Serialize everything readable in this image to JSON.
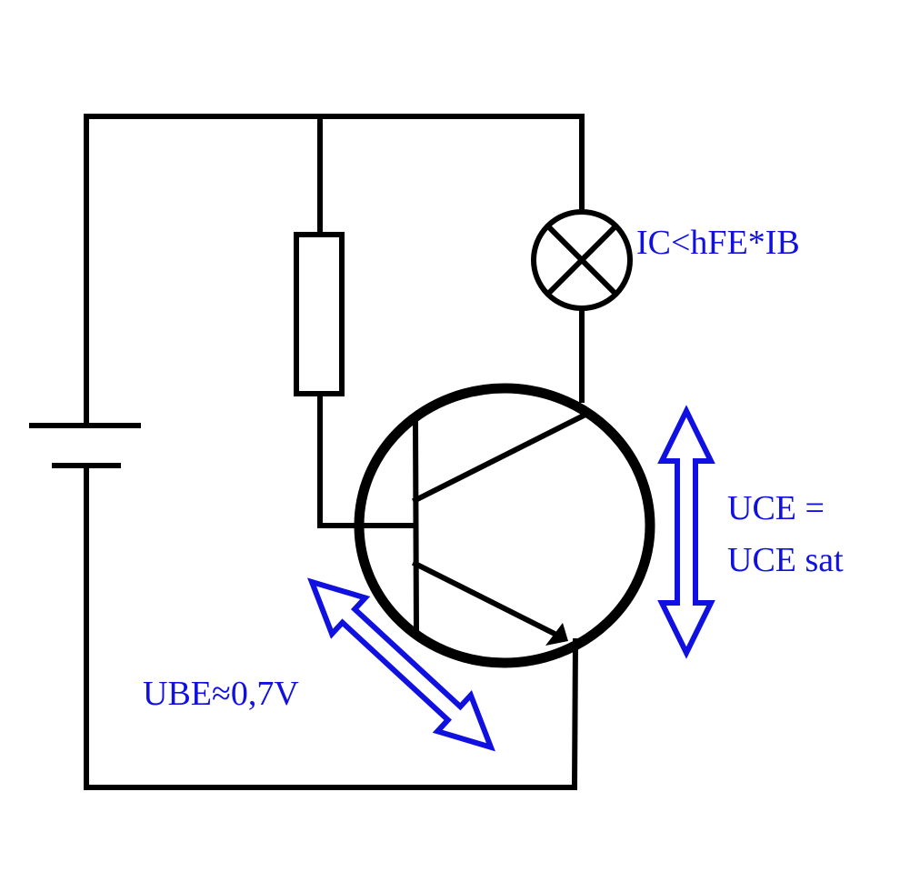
{
  "labels": {
    "collector_current": "IC<hFE*IB",
    "uce_line1": "UCE =",
    "uce_line2": "UCE sat",
    "ube": "UBE≈0,7V"
  },
  "colors": {
    "wire": "#000000",
    "annotation": "#1010e0",
    "background": "#ffffff"
  }
}
